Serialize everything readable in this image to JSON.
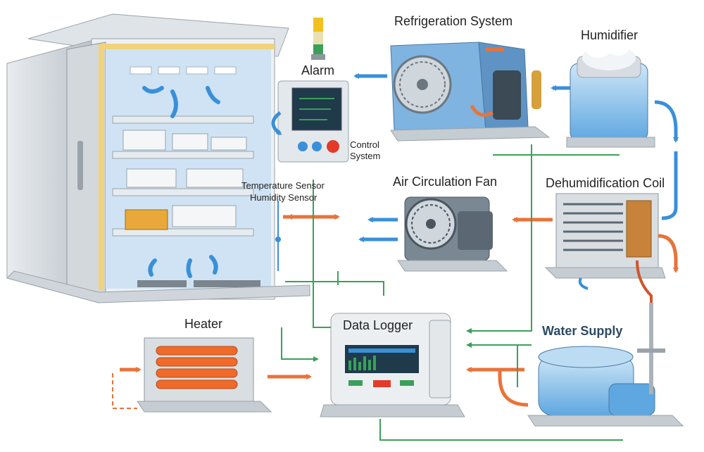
{
  "labels": {
    "alarm": "Alarm",
    "refrigeration": "Refrigeration System",
    "humidifier": "Humidifier",
    "control_system": "Control\nSystem",
    "temp_sensor": "Temperature Sensor",
    "humidity_sensor": "Humidity Sensor",
    "air_fan": "Air Circulation Fan",
    "dehumid_coil": "Dehumidification Coil",
    "heater": "Heater",
    "data_logger": "Data Logger",
    "water_supply": "Water Supply"
  },
  "colors": {
    "air_flow": "#3a8fd9",
    "heat_flow": "#e8733a",
    "data_line": "#3aa05a",
    "chamber_interior": "#cfe3f4",
    "equipment_blue": "#7fb3e0",
    "heater_element": "#f06a2a"
  },
  "icons": {
    "alarm_beacon": "stack-light-icon",
    "fan": "fan-icon",
    "sensor": "sensor-icon"
  }
}
